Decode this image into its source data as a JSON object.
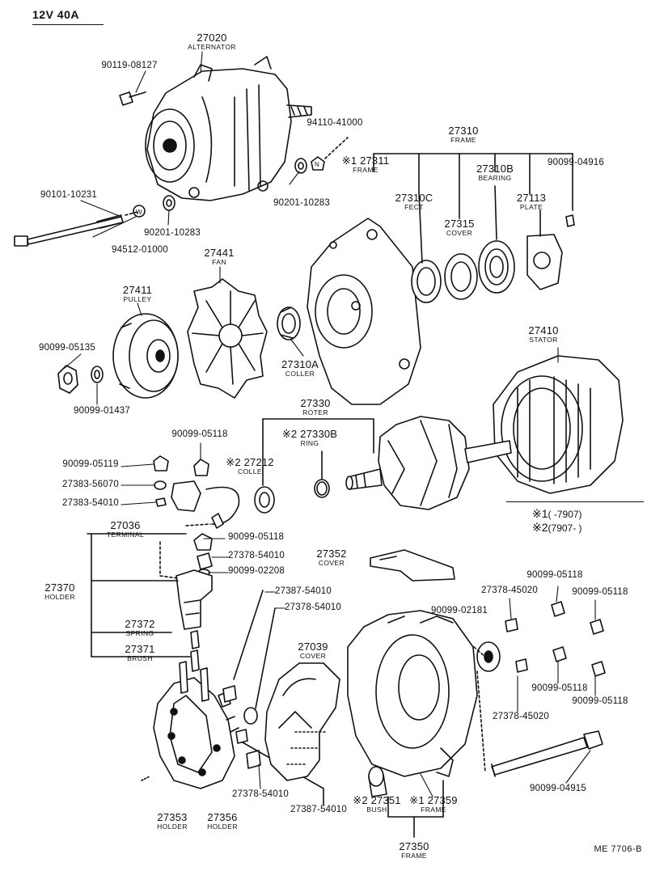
{
  "header": {
    "title": "12V 40A"
  },
  "reference": "ME  7706-B",
  "notes": [
    {
      "mark": "※1",
      "text": "(      -7907)"
    },
    {
      "mark": "※2",
      "text": "(7907-      )"
    }
  ],
  "parts": [
    {
      "id": "p27020",
      "no": "27020",
      "name": "ALTERNATOR"
    },
    {
      "id": "p90119",
      "no": "90119-08127",
      "name": ""
    },
    {
      "id": "p94110",
      "no": "94110-41000",
      "name": ""
    },
    {
      "id": "p27310",
      "no": "27310",
      "name": "FRAME"
    },
    {
      "id": "p27311",
      "no": "※1 27311",
      "name": "FRAME"
    },
    {
      "id": "p27310c",
      "no": "27310C",
      "name": "FECT"
    },
    {
      "id": "p27310b",
      "no": "27310B",
      "name": "BEARING"
    },
    {
      "id": "p90099_04916",
      "no": "90099-04916",
      "name": ""
    },
    {
      "id": "p90101",
      "no": "90101-10231",
      "name": ""
    },
    {
      "id": "p90201a",
      "no": "90201-10283",
      "name": ""
    },
    {
      "id": "p90201b",
      "no": "90201-10283",
      "name": ""
    },
    {
      "id": "p27315",
      "no": "27315",
      "name": "COVER"
    },
    {
      "id": "p27113",
      "no": "27113",
      "name": "PLATE"
    },
    {
      "id": "p94512",
      "no": "94512-01000",
      "name": ""
    },
    {
      "id": "p27441",
      "no": "27441",
      "name": "FAN"
    },
    {
      "id": "p27411",
      "no": "27411",
      "name": "PULLEY"
    },
    {
      "id": "p90099_05135",
      "no": "90099-05135",
      "name": ""
    },
    {
      "id": "p27310a",
      "no": "27310A",
      "name": "COLLER"
    },
    {
      "id": "p27410",
      "no": "27410",
      "name": "STATOR"
    },
    {
      "id": "p90099_01437",
      "no": "90099-01437",
      "name": ""
    },
    {
      "id": "p27330",
      "no": "27330",
      "name": "ROTER"
    },
    {
      "id": "p90099_05118a",
      "no": "90099-05118",
      "name": ""
    },
    {
      "id": "p27330b",
      "no": "※2 27330B",
      "name": "RING"
    },
    {
      "id": "p90099_05119",
      "no": "90099-05119",
      "name": ""
    },
    {
      "id": "p27212",
      "no": "※2 27212",
      "name": "COLLE"
    },
    {
      "id": "p27383_56070",
      "no": "27383-56070",
      "name": ""
    },
    {
      "id": "p27383_54010",
      "no": "27383-54010",
      "name": ""
    },
    {
      "id": "p27036",
      "no": "27036",
      "name": "TERMINAL"
    },
    {
      "id": "p90099_05118b",
      "no": "90099-05118",
      "name": ""
    },
    {
      "id": "p27378_54010a",
      "no": "27378-54010",
      "name": ""
    },
    {
      "id": "p27352",
      "no": "27352",
      "name": "COVER"
    },
    {
      "id": "p90099_02208",
      "no": "90099-02208",
      "name": ""
    },
    {
      "id": "p27370",
      "no": "27370",
      "name": "HOLDER"
    },
    {
      "id": "p27387_54010a",
      "no": "27387-54010",
      "name": ""
    },
    {
      "id": "p27378_45020a",
      "no": "27378-45020",
      "name": ""
    },
    {
      "id": "p90099_05118c",
      "no": "90099-05118",
      "name": ""
    },
    {
      "id": "p90099_05118d",
      "no": "90099-05118",
      "name": ""
    },
    {
      "id": "p27378_54010b",
      "no": "27378-54010",
      "name": ""
    },
    {
      "id": "p90099_02181",
      "no": "90099-02181",
      "name": ""
    },
    {
      "id": "p27372",
      "no": "27372",
      "name": "SPRING"
    },
    {
      "id": "p27039",
      "no": "27039",
      "name": "COVER"
    },
    {
      "id": "p27371",
      "no": "27371",
      "name": "BRUSH"
    },
    {
      "id": "p90099_05118e",
      "no": "90099-05118",
      "name": ""
    },
    {
      "id": "p90099_05118f",
      "no": "90099-05118",
      "name": ""
    },
    {
      "id": "p27378_45020b",
      "no": "27378-45020",
      "name": ""
    },
    {
      "id": "p27378_54010c",
      "no": "27378-54010",
      "name": ""
    },
    {
      "id": "p27387_54010b",
      "no": "27387-54010",
      "name": ""
    },
    {
      "id": "p90099_04915",
      "no": "90099-04915",
      "name": ""
    },
    {
      "id": "p27351",
      "no": "※2 27351",
      "name": "BUSH"
    },
    {
      "id": "p27359",
      "no": "※1 27359",
      "name": "FRAME"
    },
    {
      "id": "p27353",
      "no": "27353",
      "name": "HOLDER"
    },
    {
      "id": "p27356",
      "no": "27356",
      "name": "HOLDER"
    },
    {
      "id": "p27350",
      "no": "27350",
      "name": "FRAME"
    }
  ]
}
